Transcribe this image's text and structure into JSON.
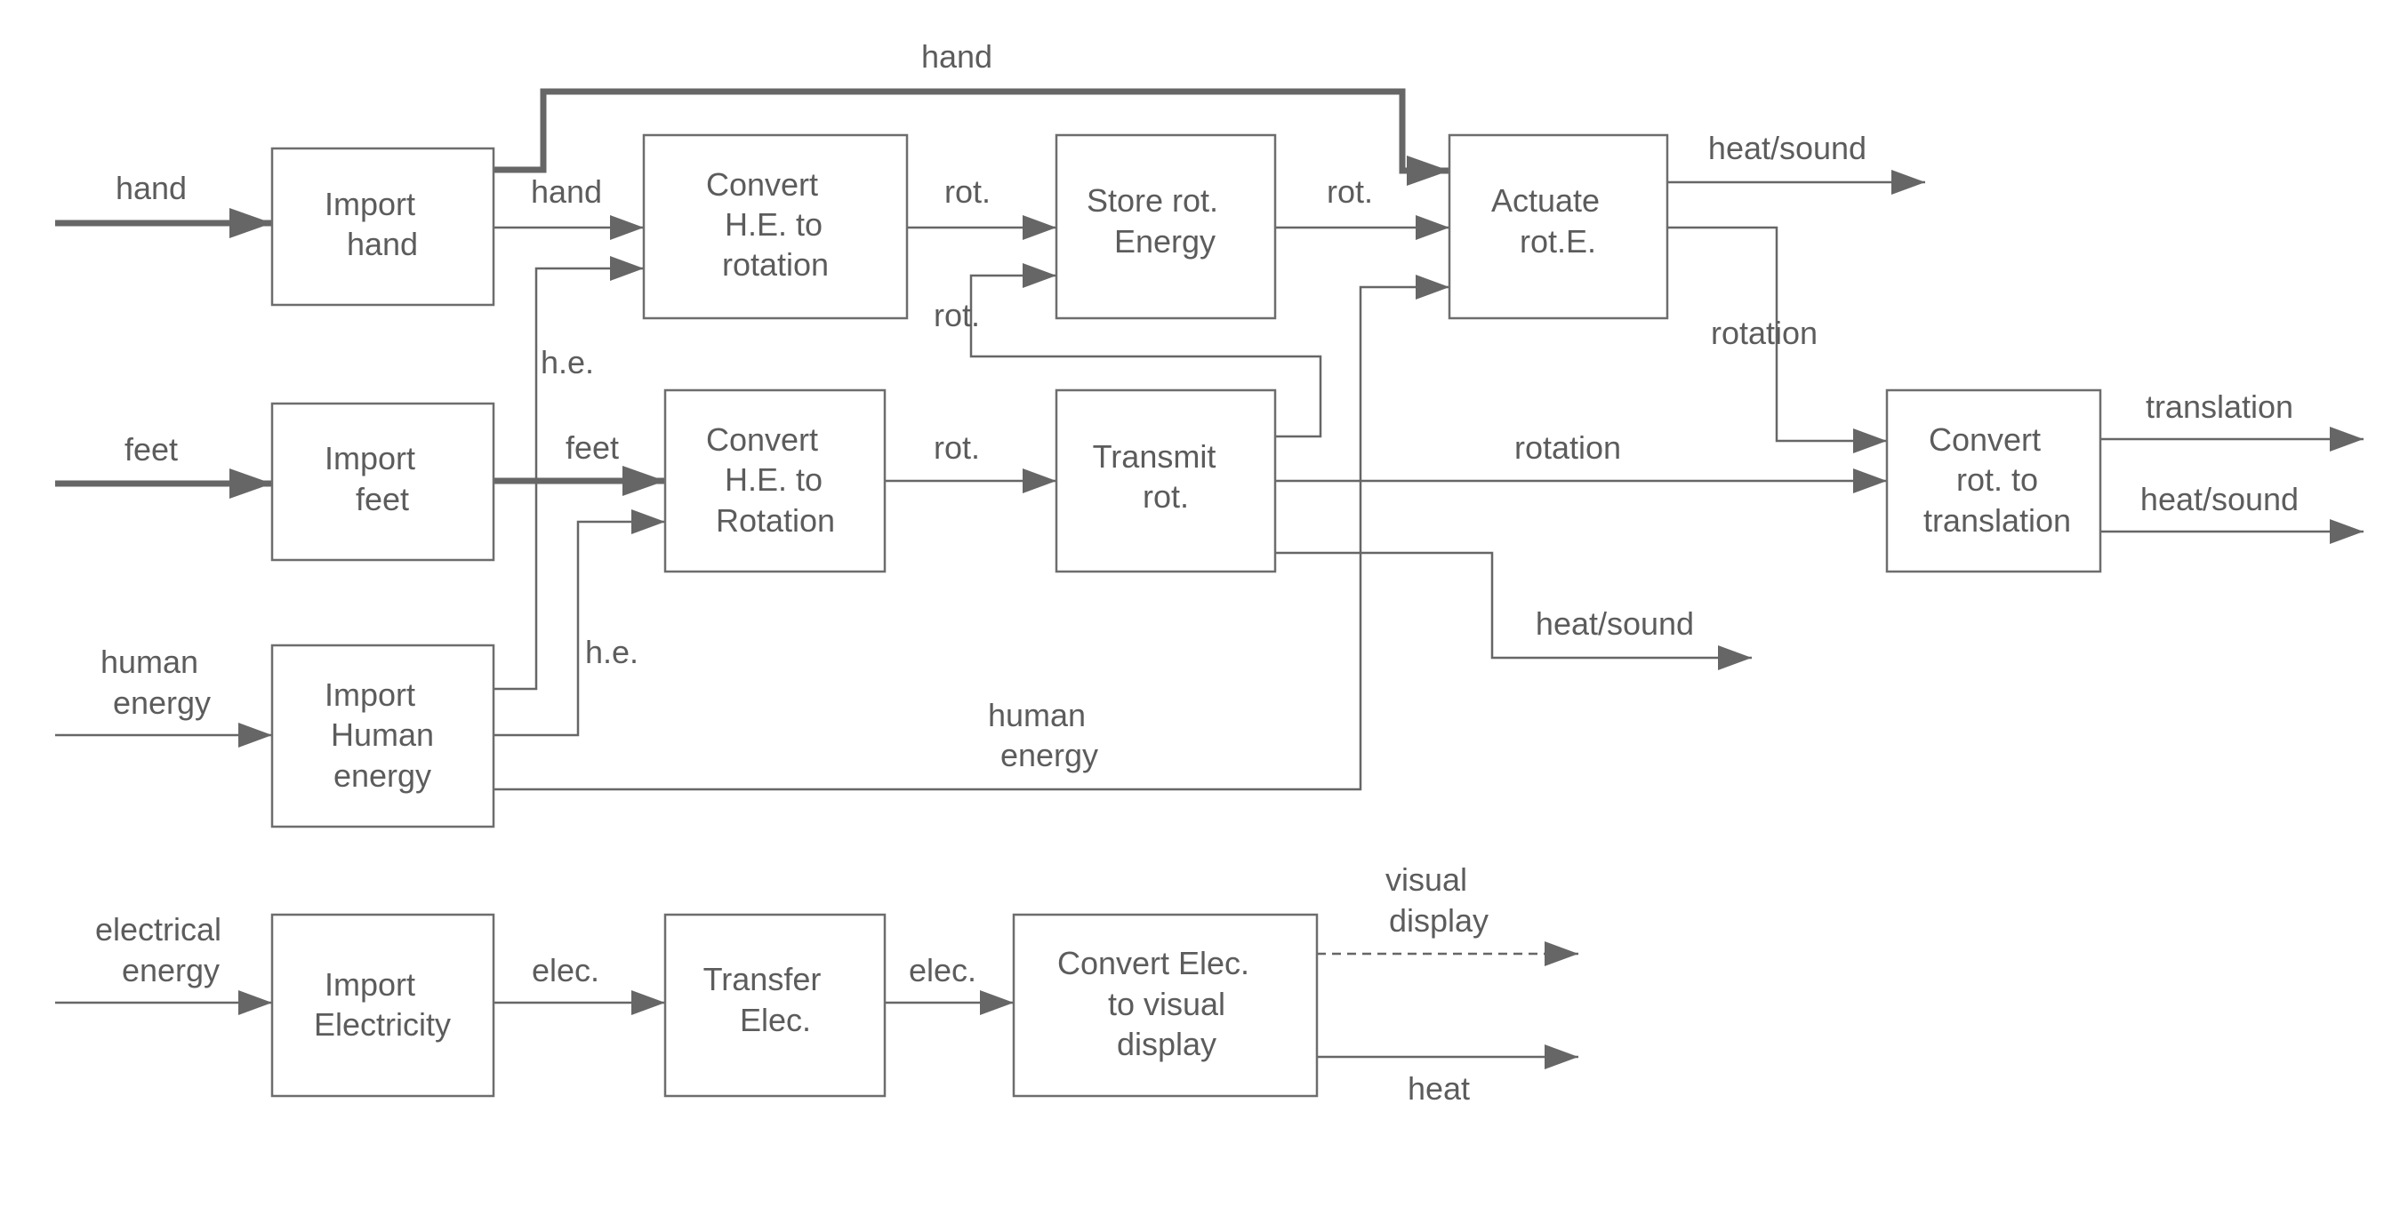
{
  "blocks": {
    "import_hand": [
      "Import",
      "hand"
    ],
    "import_feet": [
      "Import",
      "feet"
    ],
    "import_human": [
      "Import",
      "Human",
      "energy"
    ],
    "import_elec": [
      "Import",
      "Electricity"
    ],
    "convert_he_rotation_top": [
      "Convert",
      "H.E. to",
      "rotation"
    ],
    "convert_he_rotation_mid": [
      "Convert",
      "H.E. to",
      "Rotation"
    ],
    "store_rot": [
      "Store rot.",
      "Energy"
    ],
    "transmit_rot": [
      "Transmit",
      "rot."
    ],
    "actuate": [
      "Actuate",
      "rot.E."
    ],
    "convert_rot_translation": [
      "Convert",
      "rot. to",
      "translation"
    ],
    "transfer_elec": [
      "Transfer",
      "Elec."
    ],
    "convert_elec_visual": [
      "Convert Elec.",
      "to visual",
      "display"
    ]
  },
  "flows": {
    "hand_in": "hand",
    "hand_top": "hand",
    "hand_to_convert": "hand",
    "rot_convert_store": "rot.",
    "rot_store_actuate": "rot.",
    "rot_feedback": "rot.",
    "he_top": "h.e.",
    "feet_in": "feet",
    "feet_to_convert": "feet",
    "rot_convert_transmit": "rot.",
    "rotation_transmit": "rotation",
    "rotation_actuate": "rotation",
    "heat_sound_actuate": "heat/sound",
    "heat_sound_transmit": "heat/sound",
    "translation_out": "translation",
    "heat_sound_translation": "heat/sound",
    "human_energy_in": [
      "human",
      "energy"
    ],
    "he_mid": "h.e.",
    "human_energy_actuate": [
      "human",
      "energy"
    ],
    "electrical_energy_in": [
      "electrical",
      "energy"
    ],
    "elec_1": "elec.",
    "elec_2": "elec.",
    "visual_display_out": [
      "visual",
      "display"
    ],
    "heat_out": "heat"
  }
}
